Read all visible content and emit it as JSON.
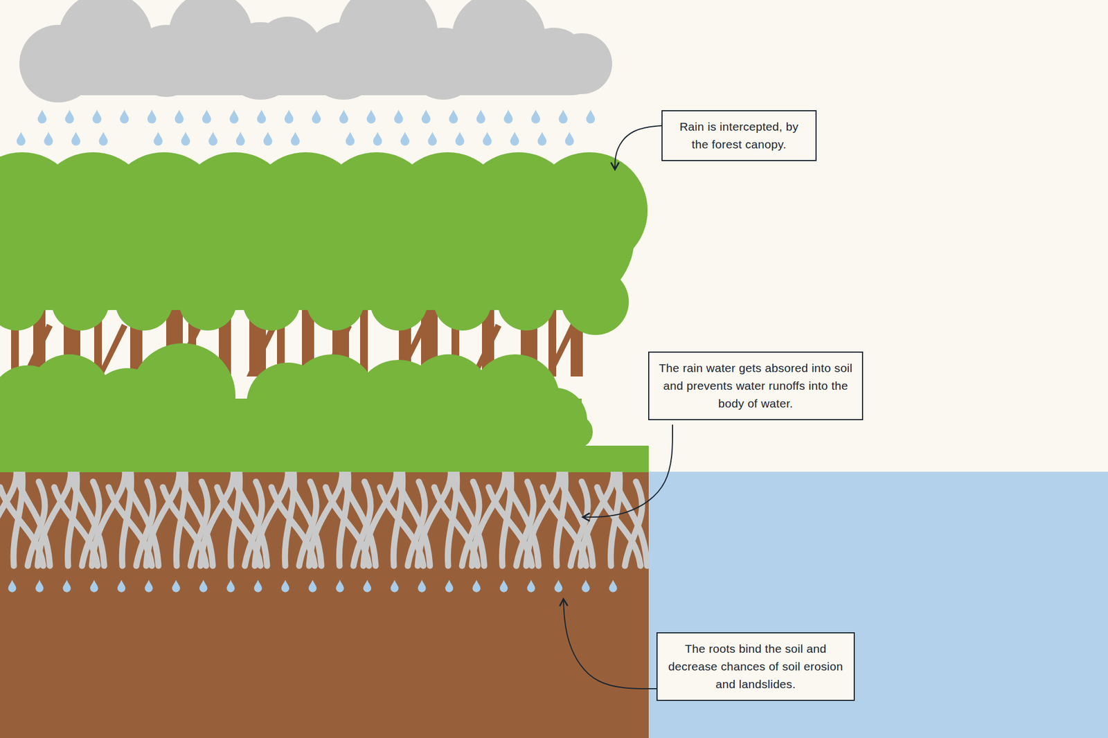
{
  "diagram": {
    "nodes": [
      {
        "text": [
          "Rain is intercepted, by the forest canopy."
        ]
      },
      {
        "text": [
          "The rain water gets absored into soil and prevents water runoffs into the body of water."
        ]
      },
      {
        "text": [
          "The roots bind the soil and decrease chances of soil erosion and landslides."
        ]
      }
    ]
  }
}
